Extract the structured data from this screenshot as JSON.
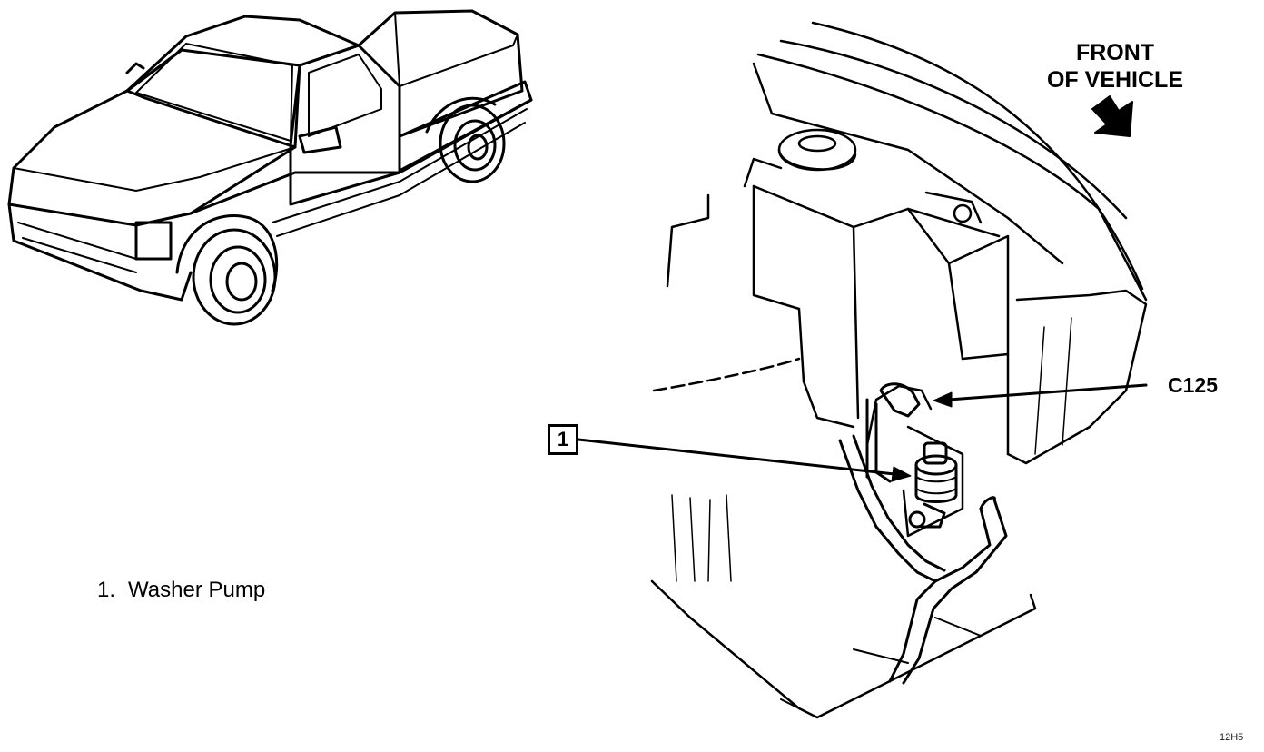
{
  "direction_label": {
    "line1": "FRONT",
    "line2": "OF VEHICLE"
  },
  "connector_label": "C125",
  "callout": {
    "number": "1"
  },
  "legend": [
    {
      "number": "1.",
      "text": "Washer Pump"
    }
  ],
  "figure_code": "12H5",
  "icons": [
    "pickup-truck-icon",
    "direction-arrow-icon"
  ]
}
